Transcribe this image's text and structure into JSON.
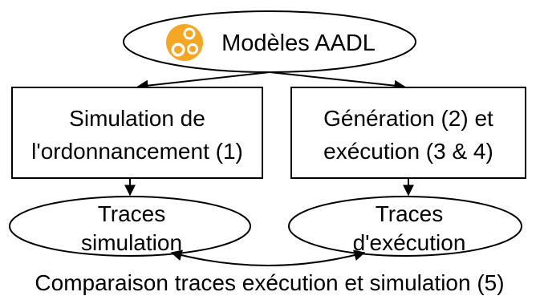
{
  "nodes": {
    "models": {
      "label": "Modèles AADL",
      "logo": "aadl-logo-icon",
      "logo_color": "#F5A623"
    },
    "simulation": {
      "line1": "Simulation de",
      "line2": "l'ordonnancement (1)"
    },
    "generation": {
      "line1": "Génération (2) et",
      "line2": "exécution (3 & 4)"
    },
    "traces_sim": {
      "line1": "Traces",
      "line2": "simulation"
    },
    "traces_exec": {
      "line1": "Traces",
      "line2": "d'exécution"
    }
  },
  "comparison_label": "Comparaison traces exécution et simulation (5)"
}
